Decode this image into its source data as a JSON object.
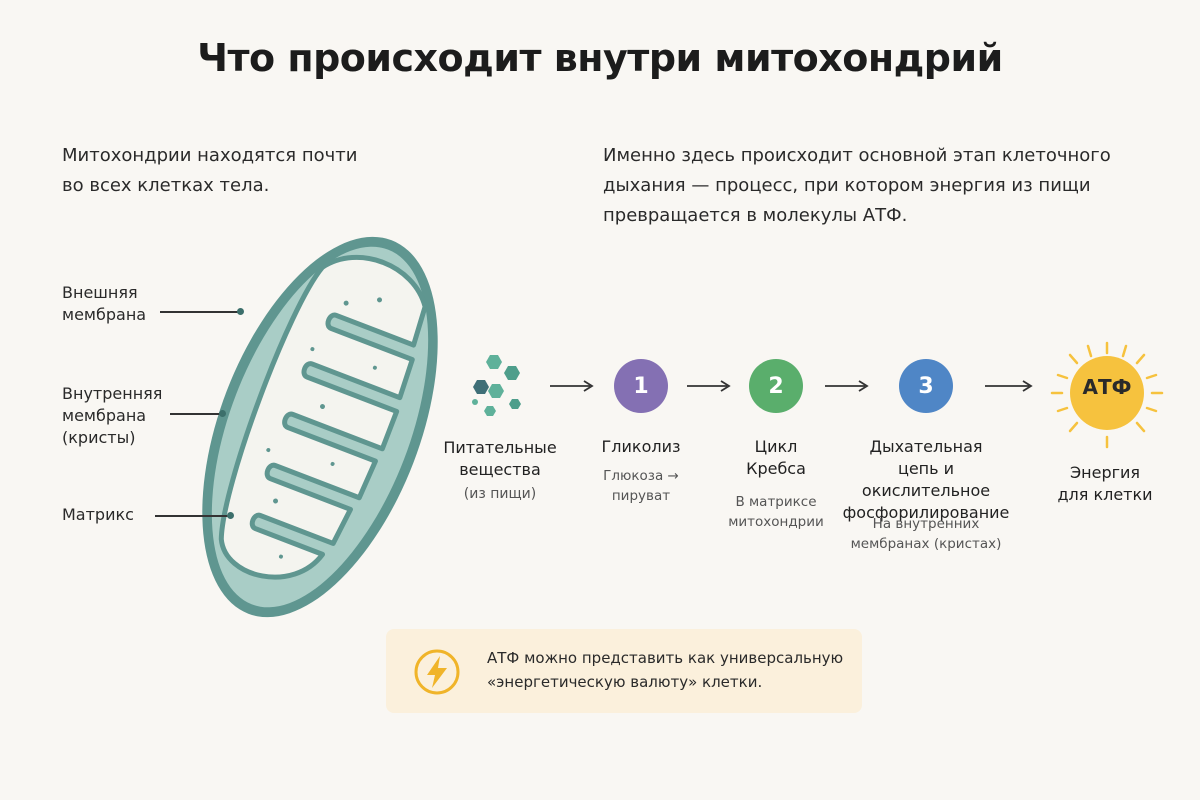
{
  "title": "Что происходит внутри митохондрий",
  "intro": {
    "left": "Митохондрии находятся почти во всех клетках тела.",
    "right": "Именно здесь происходит основной этап клеточного дыхания — процесс, при котором энергия из пищи превращается в молекулы АТФ."
  },
  "labels": {
    "outer_membrane": [
      "Внешняя",
      "мембрана"
    ],
    "inner_membrane": [
      "Внутренняя",
      "мембрана",
      "(кристы)"
    ],
    "matrix": "Матрикс"
  },
  "nutrients": {
    "title": [
      "Питательные",
      "вещества"
    ],
    "sub": "(из пищи)"
  },
  "steps": [
    {
      "number": "1",
      "title": [
        "Гликолиз"
      ],
      "sub": [
        "Глюкоза →",
        "пируват"
      ],
      "color": "#8470b3"
    },
    {
      "number": "2",
      "title": [
        "Цикл",
        "Кребса"
      ],
      "sub": [
        "В матриксе",
        "митохондрии"
      ],
      "color": "#5aae6c"
    },
    {
      "number": "3",
      "title": [
        "Дыхательная",
        "цепь и окислительное",
        "фосфорилирование"
      ],
      "sub": [
        "На внутренних",
        "мембранах (кристах)"
      ],
      "color": "#4f86c6"
    }
  ],
  "atp": {
    "badge": "АТФ",
    "title": [
      "Энергия",
      "для клетки"
    ],
    "color": "#f6c23e"
  },
  "note": {
    "icon": "lightning-icon",
    "text": [
      "АТФ можно представить как универсальную",
      "«энергетическую валюту» клетки."
    ]
  },
  "colors": {
    "membrane": "#5f9690",
    "membrane_fill": "#a9cdc6",
    "matrix": "#f4f4ef"
  }
}
